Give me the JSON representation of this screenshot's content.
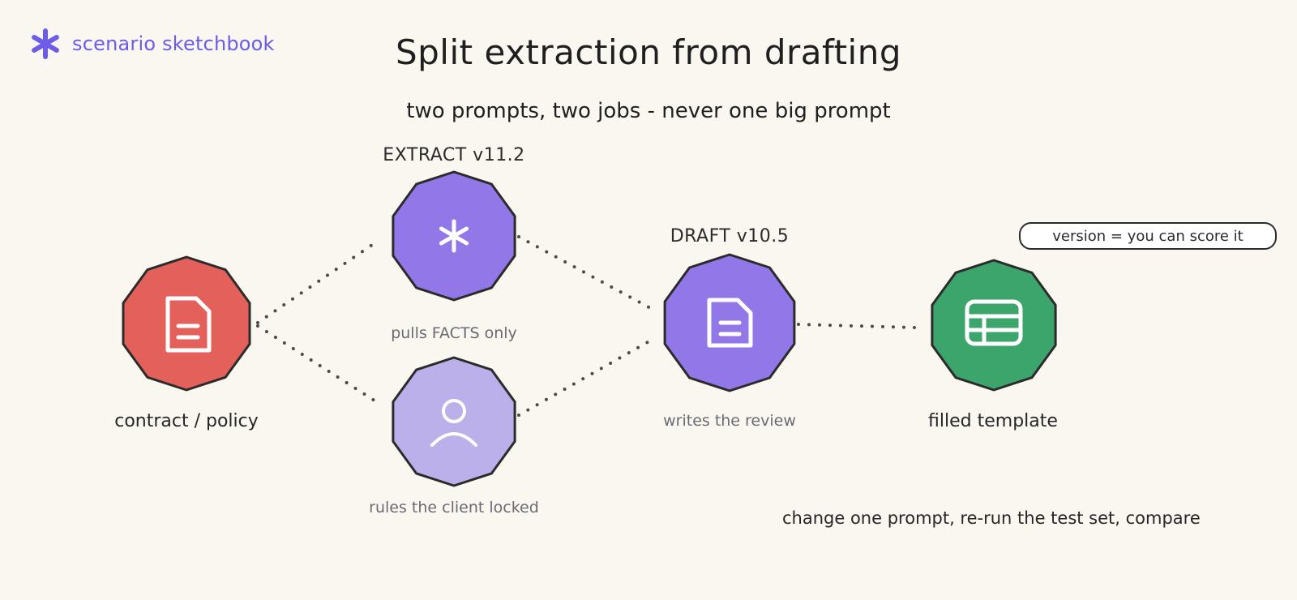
{
  "brand": {
    "name": "scenario sketchbook",
    "icon": "asterisk-icon",
    "color": "#6c5ce7"
  },
  "title": "Split extraction from drafting",
  "subtitle": "two prompts, two jobs - never one big prompt",
  "nodes": {
    "source": {
      "caption": "contract / policy",
      "icon": "document-icon",
      "color": "#e4605a"
    },
    "extract": {
      "label": "EXTRACT v11.2",
      "caption": "pulls FACTS only",
      "icon": "asterisk-icon",
      "color": "#9277e8"
    },
    "rules": {
      "caption": "rules the client locked",
      "icon": "user-icon",
      "color": "#bcb0ea"
    },
    "draft": {
      "label": "DRAFT v10.5",
      "caption": "writes the review",
      "icon": "document-icon",
      "color": "#9277e8"
    },
    "output": {
      "caption": "filled template",
      "icon": "table-icon",
      "color": "#3ba56c"
    }
  },
  "note": "version = you can score it",
  "footer": "change one prompt, re-run the test set, compare"
}
